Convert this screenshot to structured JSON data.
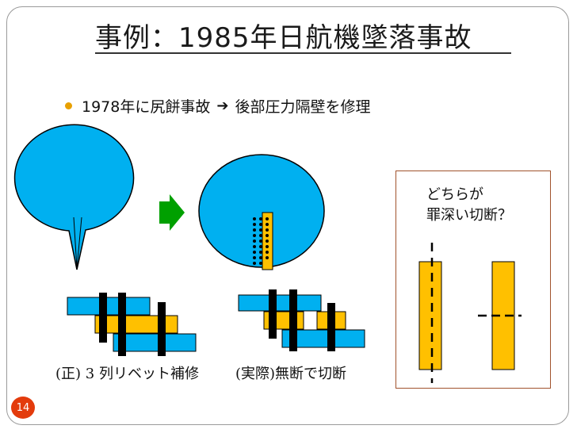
{
  "slide": {
    "title": "事例：1985年日航機墜落事故",
    "bullet": {
      "before_arrow": "1978年に尻餅事故",
      "arrow_icon": "right-arrow-icon",
      "after_arrow": "後部圧力隔壁を修理"
    },
    "captions": {
      "correct": "(正) 3 列リベット補修",
      "actual": "(実際)無断で切断"
    },
    "question": {
      "line1": "どちらが",
      "line2": "罪深い切断？"
    },
    "page_number": "14"
  },
  "colors": {
    "cyan": "#00b0f0",
    "gold": "#ffc000",
    "green_arrow": "#00a000",
    "rivet": "#000000",
    "page_badge": "#e33b0c",
    "box_border": "#a0522d"
  }
}
